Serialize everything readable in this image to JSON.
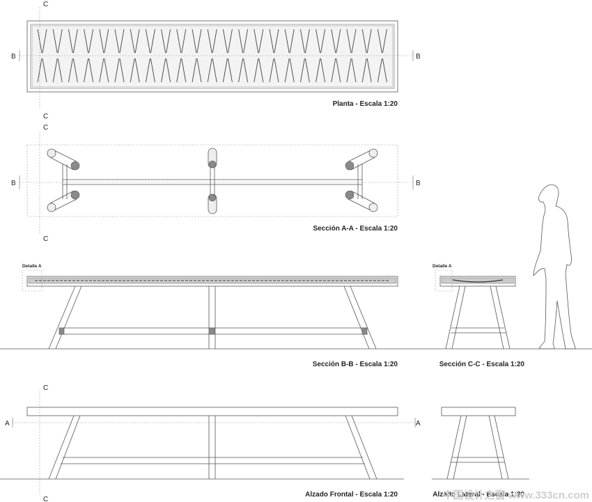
{
  "views": {
    "plan_label": "Planta - Escala 1:20",
    "section_aa_label": "Sección A-A - Escala 1:20",
    "section_bb_label": "Sección B-B - Escala 1:20",
    "section_cc_label": "Sección C-C - Escala 1:20",
    "front_elev_label": "Alzado Frontal - Escala 1:20",
    "side_elev_label": "Alzado Lateral - Escala 1:20"
  },
  "markers": {
    "a": "A",
    "b": "B",
    "c": "C"
  },
  "detail_label": "Detalle A",
  "watermark": "中国设计之窗 www.333cn.com"
}
